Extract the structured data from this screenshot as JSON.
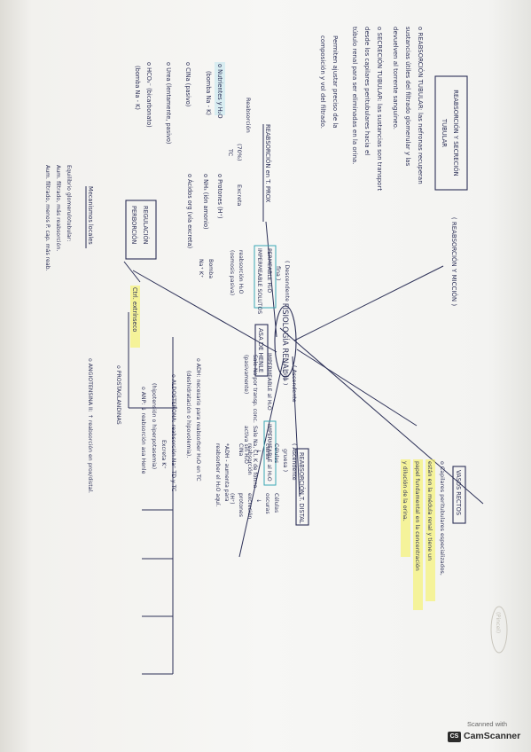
{
  "title": "FISIOLOGÍA RENAL II",
  "branches": {
    "top_right": "( REABSORCIÓN Y MICCIÓN )",
    "top_left": [
      "REABSORCIÓN Y SECRECIÓN",
      "TUBULAR"
    ]
  },
  "intro_tubular": [
    "o REABSORCIÓN TUBULAR: las nefronas recuperan",
    "sustancias útiles del filtrado glomerular y las",
    "devuelven al torrente sanguíneo.",
    "o SECRECIÓN TUBULAR: las sustancias son transport",
    "desde los capilares peritubulares hacia el",
    "túbulo renal para ser eliminadas en la orina.",
    "Permiten ajustar preciso de la",
    "composición y vol del filtrado."
  ],
  "proximal": {
    "title": "REABSORCIÓN en T. PROX",
    "col_left": [
      "Reabsorción",
      "(70%)",
      "TC"
    ],
    "col_right": "Excreta",
    "items": [
      "o Nutrientes y H₂O",
      "(bomba Na - K)",
      "o CINa (pasivo)",
      "o Urea (lentamente, pasivo)",
      "o HCO₃⁻ (bicarbonato)",
      "(bomba Na - K)"
    ],
    "excretes": [
      "o Protones (H⁺)",
      "o NH₃ (ión amonio)",
      "o Ácidos org (vía excreta)"
    ],
    "bracket_note": [
      "Bomba",
      "Na⁺ K⁺"
    ]
  },
  "henle": {
    "title": "ASA DE HENLE",
    "descending": [
      "( Descendente",
      "fina )"
    ],
    "permeable_box": [
      "PERMEABLE H₂O",
      "IMPERMEABLE SOLUTOS"
    ],
    "desc_notes": [
      "reabsorción H₂O",
      "(osmosis pasiva)"
    ],
    "ascending_fina": [
      "( Ascendente",
      "fina )"
    ],
    "impermeable_h2o": "IMPERMEABLE al H₂O",
    "asc_fina_notes": [
      "Sale Na por transp. conc.",
      "(pasivamente)"
    ],
    "ascending_gruesa": [
      "( Ascendente",
      "gruesa )"
    ],
    "impermeable_box": "IMPERMEABLE al H₂O",
    "asc_gruesa_notes": [
      "Sale Na, Cl, K de forma",
      "activa sin H₂O"
    ]
  },
  "distal": {
    "title": "REABSORCIÓN T. DISTAL",
    "col1": [
      "Células",
      "claras",
      "↓",
      "reabsorción",
      "CINa"
    ],
    "col2": [
      "Células",
      "oscuras",
      "↓",
      "excreción",
      "protones",
      "(H⁺)"
    ],
    "note": [
      "*ADH - aumenta para",
      "reabsorber el H₂O aquí."
    ]
  },
  "ducts": {
    "title": "VASOS RECTOS",
    "lines": [
      "o Capilares peritubulares especializados,",
      "están en la médula renal y tiene un",
      "papel fundamental en la concentración",
      "y dilución de la orina."
    ]
  },
  "regulation": {
    "title": [
      "REGULACIÓN",
      "PERBORCIÓN"
    ],
    "extrinsic_label": "Ctrl. extrínseco",
    "local_title": "Mecanismos locales",
    "local_items": [
      "Equilibrio glomerulotubular:",
      "Aum. filtrado, más reabsorción.",
      "Aum. filtrado, menos P. cap. más reab."
    ],
    "hormones": [
      "o ADH: necesario para reabsorber H₂O en TC",
      "(deshidratación o hipovolemia).",
      "o ALDOSTERONA: reabsorción Na⁺ TD y TC",
      "Excreta K⁺",
      "(hipotensión o hiperpotasemia)",
      "o ANP: ↓ reabsorción asa Henle",
      "o PROSTAGLANDINAS",
      "o ANGIOTENSINA II: ↑ reabsorción en prox/distal."
    ]
  },
  "faint_stamp": "(Pincel)",
  "scanner": {
    "top": "Scanned with",
    "mark": "CS",
    "name": "CamScanner"
  }
}
